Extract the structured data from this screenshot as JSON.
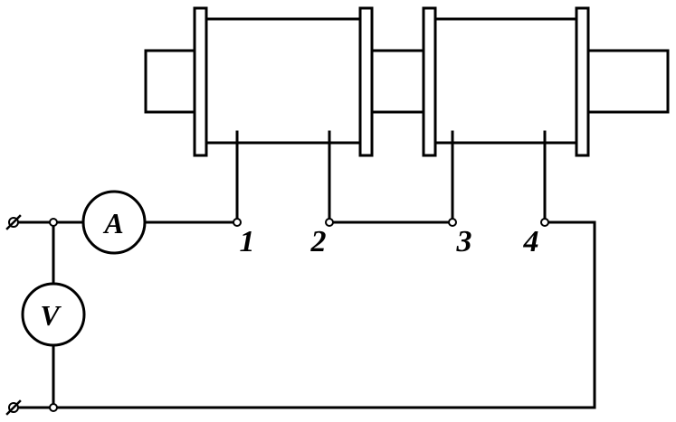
{
  "diagram": {
    "ammeter": {
      "symbol": "A"
    },
    "voltmeter": {
      "symbol": "V"
    },
    "nodes": [
      {
        "label": "1"
      },
      {
        "label": "2"
      },
      {
        "label": "3"
      },
      {
        "label": "4"
      }
    ]
  }
}
